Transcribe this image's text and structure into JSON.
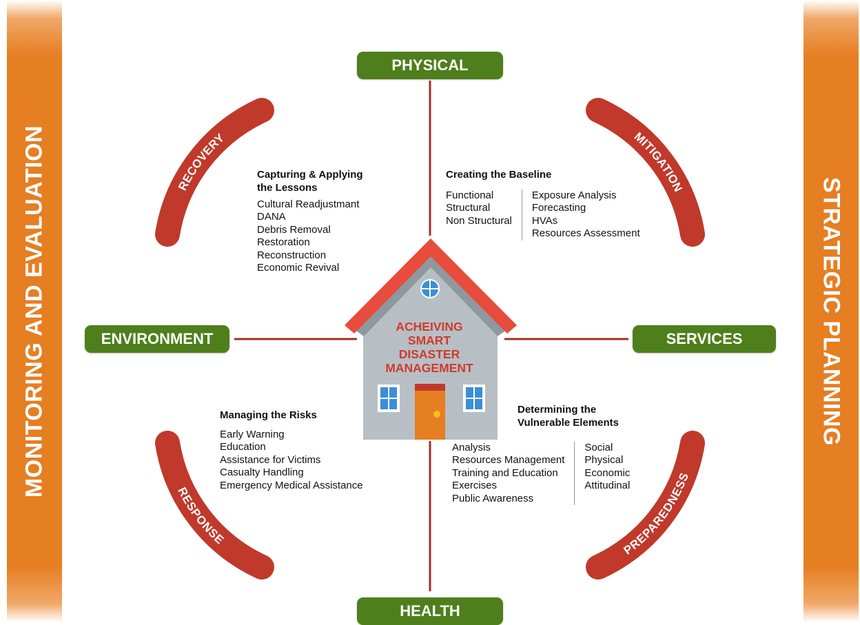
{
  "sides": {
    "left": "MONITORING AND EVALUATION",
    "right": "STRATEGIC PLANNING"
  },
  "axes": {
    "top": "PHYSICAL",
    "bottom": "HEALTH",
    "left": "ENVIRONMENT",
    "right": "SERVICES"
  },
  "phases": {
    "recovery": "RECOVERY",
    "mitigation": "MITIGATION",
    "response": "RESPONSE",
    "preparedness": "PREPAREDNESS"
  },
  "center": {
    "lines": [
      "ACHEIVING",
      "SMART",
      "DISASTER",
      "MANAGEMENT"
    ]
  },
  "blocks": {
    "recovery": {
      "title_1": "Capturing & Applying",
      "title_2": "the Lessons",
      "items": [
        "Cultural Readjustmant",
        "DANA",
        "Debris Removal",
        "Restoration",
        "Reconstruction",
        "Economic Revival"
      ]
    },
    "baseline": {
      "title": "Creating the Baseline",
      "left_items": [
        "Functional",
        "Structural",
        "Non Structural"
      ],
      "right_items": [
        "Exposure Analysis",
        "Forecasting",
        "HVAs",
        "Resources Assessment"
      ]
    },
    "response": {
      "title": "Managing the Risks",
      "items": [
        "Early Warning",
        "Education",
        "Assistance for Victims",
        "Casualty Handling",
        "Emergency Medical Assistance"
      ]
    },
    "vulnerable": {
      "title_1": "Determining the",
      "title_2": "Vulnerable Elements",
      "left_items": [
        "Analysis",
        "Resources Management",
        "Training and Education",
        "Exercises",
        "Public Awareness"
      ],
      "right_items": [
        "Social",
        "Physical",
        "Economic",
        "Attitudinal"
      ]
    }
  },
  "colors": {
    "side_bar": "#e67e22",
    "pill": "#4e7f1c",
    "arc": "#c0392b",
    "axis_line": "#9e2f27",
    "roof": "#e74c3c",
    "house_wall": "#b8bfc4",
    "door": "#e67e22",
    "window": "#3a8fd6"
  }
}
